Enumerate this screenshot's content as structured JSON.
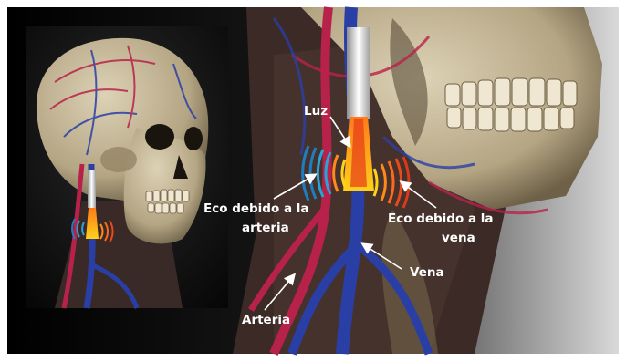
{
  "labels": {
    "light": "Luz",
    "artery_echo_line1": "Eco debido a la",
    "artery_echo_line2": "arteria",
    "vein_echo_line1": "Eco debido a la",
    "vein_echo_line2": "vena",
    "vein": "Vena",
    "artery": "Arteria"
  },
  "colors": {
    "background": "#000000",
    "bone": "#cbbd9d",
    "artery": "#b8224a",
    "vein": "#2a3fa6",
    "echo_warm": "#ff8a1a",
    "echo_cool": "#25a6d9",
    "label_text": "#ffffff"
  }
}
